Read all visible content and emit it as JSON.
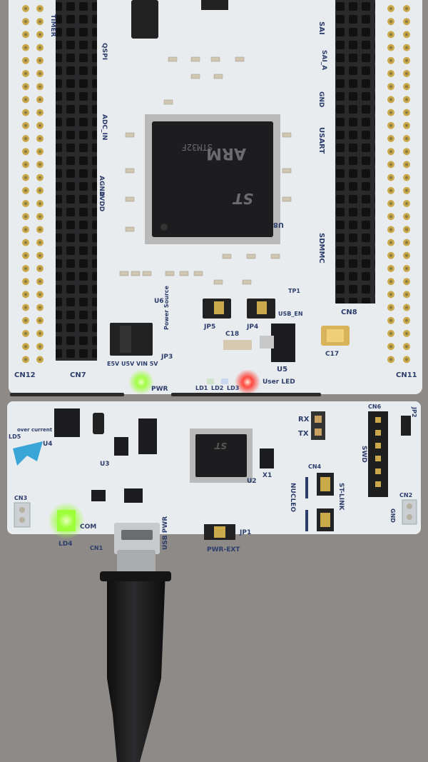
{
  "board": {
    "upper": {
      "chip_logo": "ARM",
      "chip_marking": "STM32F",
      "st_mark": "ST",
      "labels": {
        "cn12": "CN12",
        "cn11": "CN11",
        "cn7": "CN7",
        "cn8": "CN8",
        "sai": "SAI",
        "sai_a": "SAI_A",
        "usart": "USART",
        "sdmmc": "SDMMC",
        "gnd": "GND",
        "agnd": "AGND",
        "avdd": "AVDD",
        "adc_in": "ADC_IN",
        "qspi": "QSPI",
        "timer": "TIMER",
        "u8": "U8",
        "u5": "U5",
        "u6": "U6",
        "jp5": "JP5",
        "jp4": "JP4",
        "jp3": "JP3",
        "tp1": "TP1",
        "usb_en": "USB_EN",
        "user_led": "User LED",
        "power_source": "Power Source",
        "e5v": "E5V U5V VIN 5V",
        "pwr": "PWR",
        "ld1": "LD1",
        "ld2": "LD2",
        "ld3": "LD3",
        "c17": "C17",
        "c18": "C18"
      }
    },
    "lower": {
      "labels": {
        "rx": "RX",
        "tx": "TX",
        "cn6": "CN6",
        "jp2": "JP2",
        "swd": "SWD",
        "nucleo": "NUCLEO",
        "st_link": "ST-LINK",
        "cn4": "CN4",
        "cn3": "CN3",
        "cn2": "CN2",
        "cn1": "CN1",
        "ld4": "LD4",
        "com": "COM",
        "usb_pwr": "USB PWR",
        "pwr_ext": "PWR-EXT",
        "jp1": "JP1",
        "u2": "U2",
        "u3": "U3",
        "u4": "U4",
        "x1": "X1",
        "gnd": "GND",
        "ld5": "LD5",
        "over_current": "over current"
      }
    }
  },
  "colors": {
    "pcb": "#e9ecef",
    "silk": "#2c3d6b",
    "header": "#2a2a2c",
    "gold": "#c9a94a",
    "chip": "#1d1d1f",
    "led_green": "#9dff3a",
    "led_red": "#ff3b30",
    "cable": "#1b1b1c"
  }
}
